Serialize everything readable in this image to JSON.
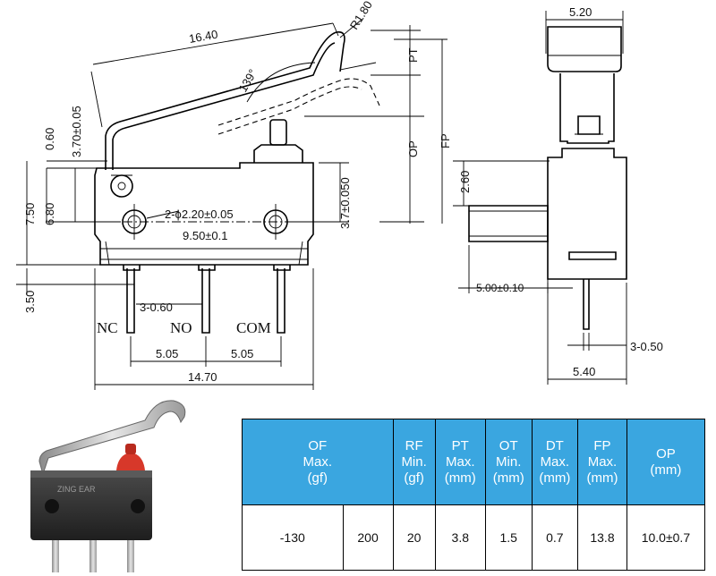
{
  "drawing": {
    "lever_length": "16.40",
    "lever_radius": "R1.80",
    "lever_angle": "139°",
    "pt_label": "PT",
    "op_label": "OP",
    "fp_label": "FP",
    "dim_060": "0.60",
    "dim_370": "3.70±0.05",
    "dim_750": "7.50",
    "dim_680": "6.80",
    "dim_350": "3.50",
    "dim_37": "3.7±0.050",
    "hole_callout": "2-ϕ2.20±0.05",
    "hole_spacing": "9.50±0.1",
    "pin_width": "3-0.60",
    "pin_nc": "NC",
    "pin_no": "NO",
    "pin_com": "COM",
    "pitch_1": "5.05",
    "pitch_2": "5.05",
    "body_width": "14.70",
    "side_top_width": "5.20",
    "side_260": "2.60",
    "side_500": "5.00±0.10",
    "side_pin": "3-0.50",
    "side_540": "5.40"
  },
  "photo": {
    "brand": "ZING EAR"
  },
  "table": {
    "headers": [
      {
        "l1": "OF",
        "l2": "Max.",
        "l3": "(gf)"
      },
      {
        "l1": "RF",
        "l2": "Min.",
        "l3": "(gf)"
      },
      {
        "l1": "PT",
        "l2": "Max.",
        "l3": "(mm)"
      },
      {
        "l1": "OT",
        "l2": "Min.",
        "l3": "(mm)"
      },
      {
        "l1": "DT",
        "l2": "Max.",
        "l3": "(mm)"
      },
      {
        "l1": "FP",
        "l2": "Max.",
        "l3": "(mm)"
      },
      {
        "l1": "OP",
        "l2": "(mm)",
        "l3": ""
      }
    ],
    "row": [
      "-130",
      "200",
      "20",
      "3.8",
      "1.5",
      "0.7",
      "13.8",
      "10.0±0.7"
    ]
  }
}
